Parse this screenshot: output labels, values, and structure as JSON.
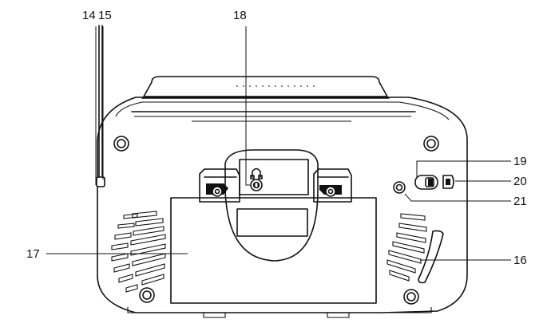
{
  "callouts": {
    "c14": "14",
    "c15": "15",
    "c16": "16",
    "c17": "17",
    "c18": "18",
    "c19": "19",
    "c20": "20",
    "c21": "21"
  },
  "icons": {
    "headphone": "headphone-icon"
  },
  "colors": {
    "line": "#111111",
    "background": "#ffffff"
  }
}
